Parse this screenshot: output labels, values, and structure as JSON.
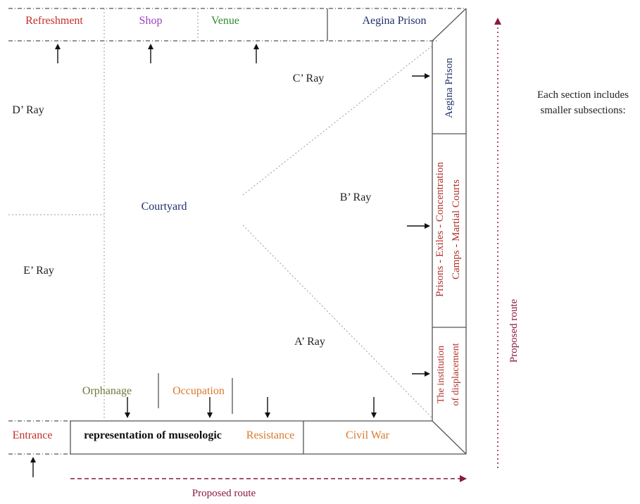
{
  "colors": {
    "line": "#555555",
    "dotted": "#9a9a9a",
    "dark_red": "#8b1a3a",
    "navy": "#1f2f6b",
    "red": "#c0302a",
    "purple": "#9b3fc0",
    "green": "#2f8a2f",
    "orange": "#d9782a",
    "olive": "#6b7a3a",
    "text": "#222222"
  },
  "top_bar": {
    "refreshment": "Refreshment",
    "shop": "Shop",
    "venue": "Venue",
    "aegina_prison": "Aegina Prison"
  },
  "right_column": {
    "aegina_prison": "Aegina Prison",
    "prisons_line1": "Prisons - Exiles - Concentration",
    "prisons_line2": "Camps - Martial Courts",
    "institution_line1": "The institution",
    "institution_line2": "of displacement"
  },
  "rays": {
    "c": "C’ Ray",
    "b": "B’ Ray",
    "a": "A’ Ray",
    "d": "D’ Ray",
    "e": "E’ Ray"
  },
  "courtyard": "Courtyard",
  "bottom_bar": {
    "entrance": "Entrance",
    "representation": "representation of museologic",
    "resistance": "Resistance",
    "civil_war": "Civil War"
  },
  "labels_above": {
    "orphanage": "Orphanage",
    "occupation": "Occupation"
  },
  "side_note_line1": "Each section includes",
  "side_note_line2": "smaller subsections:",
  "route_bottom": "Proposed route",
  "route_right": "Proposed route"
}
